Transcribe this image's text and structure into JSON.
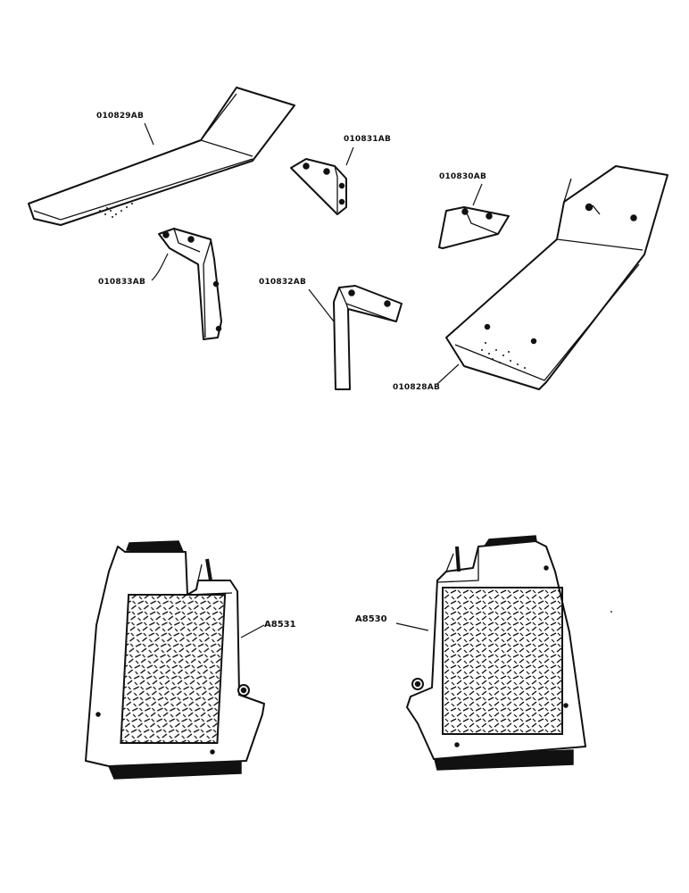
{
  "labels": {
    "step_left_upper": "010829AB",
    "bracket_small_left": "010831AB",
    "bracket_small_right": "010830AB",
    "bracket_angle_left": "010833AB",
    "bracket_angle_right": "010832AB",
    "step_right_upper": "010828AB",
    "step_plate_left": "A8531",
    "step_plate_right": "A8530"
  }
}
